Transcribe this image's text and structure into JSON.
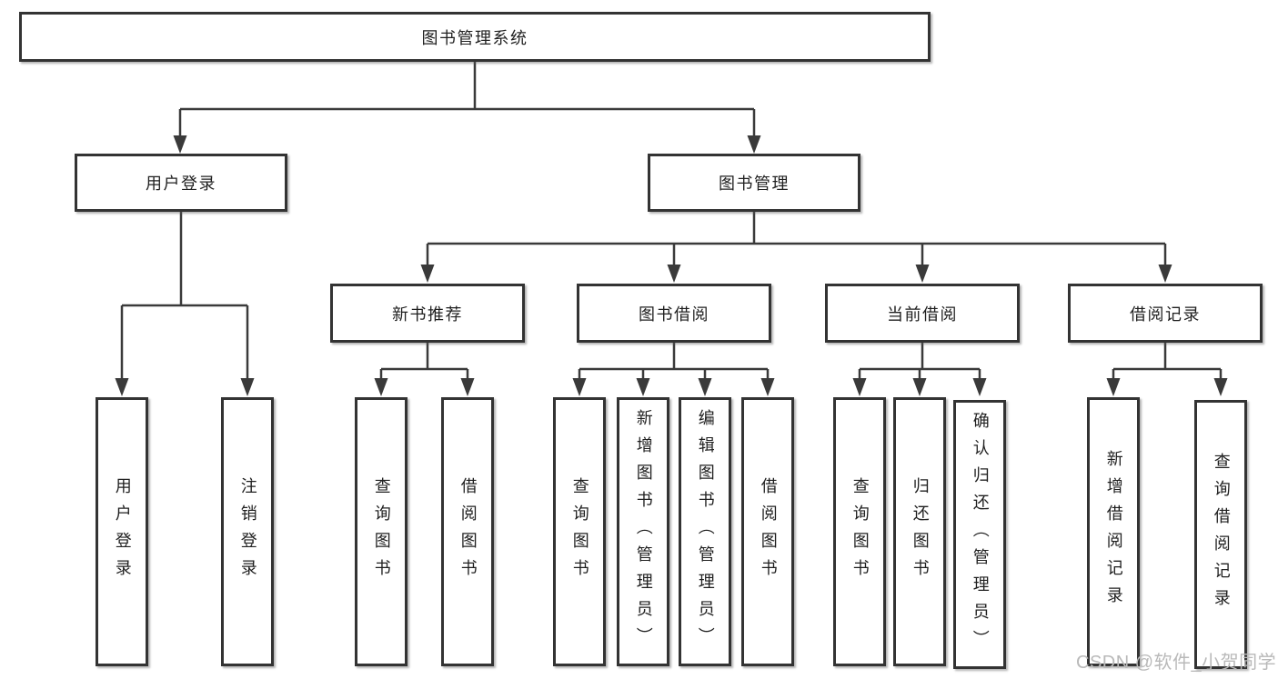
{
  "diagram_title": "图书管理系统",
  "tree": {
    "root": {
      "label": "图书管理系统"
    },
    "children": [
      {
        "label": "用户登录",
        "children": [
          {
            "label": "用户登录"
          },
          {
            "label": "注销登录"
          }
        ]
      },
      {
        "label": "图书管理",
        "children": [
          {
            "label": "新书推荐",
            "children": [
              {
                "label": "查询图书"
              },
              {
                "label": "借阅图书"
              }
            ]
          },
          {
            "label": "图书借阅",
            "children": [
              {
                "label": "查询图书"
              },
              {
                "label": "新增图书（管理员）"
              },
              {
                "label": "编辑图书（管理员）"
              },
              {
                "label": "借阅图书"
              }
            ]
          },
          {
            "label": "当前借阅",
            "children": [
              {
                "label": "查询图书"
              },
              {
                "label": "归还图书"
              },
              {
                "label": "确认归还（管理员）"
              }
            ]
          },
          {
            "label": "借阅记录",
            "children": [
              {
                "label": "新增借阅记录"
              },
              {
                "label": "查询借阅记录"
              }
            ]
          }
        ]
      }
    ]
  },
  "watermark": "CSDN @软件_小贺同学",
  "colors": {
    "line": "#3a3a3a",
    "box_border": "#333333",
    "text": "#1f1f1f",
    "watermark": "#b9b9b9",
    "background": "#ffffff"
  }
}
